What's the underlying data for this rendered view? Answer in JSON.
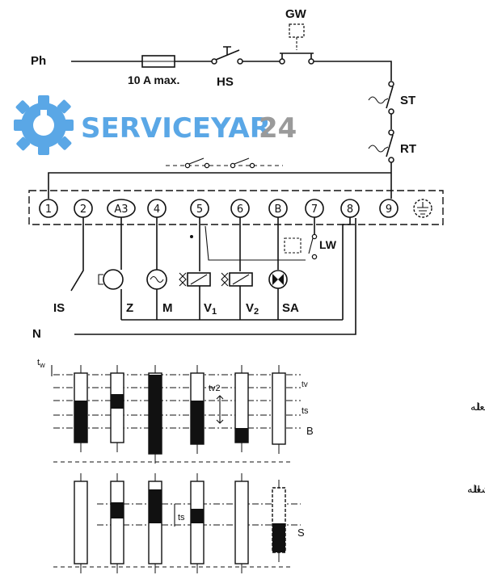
{
  "supply": {
    "phase": "Ph",
    "neutral": "N"
  },
  "fuse": {
    "label": "10 A max."
  },
  "switches": {
    "hs": "HS",
    "gw": "GW",
    "st": "ST",
    "rt": "RT",
    "lw": "LW",
    "is": "IS"
  },
  "terminals": [
    "1",
    "2",
    "A3",
    "4",
    "5",
    "6",
    "B",
    "7",
    "8",
    "9"
  ],
  "loads": {
    "z": "Z",
    "m": "M",
    "v1": "V",
    "v1_sub": "1",
    "v2": "V",
    "v2_sub": "2",
    "sa": "SA"
  },
  "timing": {
    "tw": "t",
    "tw_sub": "w",
    "tv2": "tv2",
    "tv_right": "tv",
    "ts": "ts",
    "ts2": "ts",
    "b": "B",
    "s": "S",
    "caption_1_num": "I",
    "caption_1": "راه‌اندازی با تشکیل شعله",
    "caption_2_num": "II",
    "caption_2": "راه‌اندازی با عدم تشکیل شعله"
  },
  "watermark": {
    "brand": "SERVICEYAR",
    "number": "24"
  },
  "colors": {
    "ink": "#111111",
    "watermark_blue": "#5aa7e6",
    "watermark_gray": "#9a9a9a"
  }
}
